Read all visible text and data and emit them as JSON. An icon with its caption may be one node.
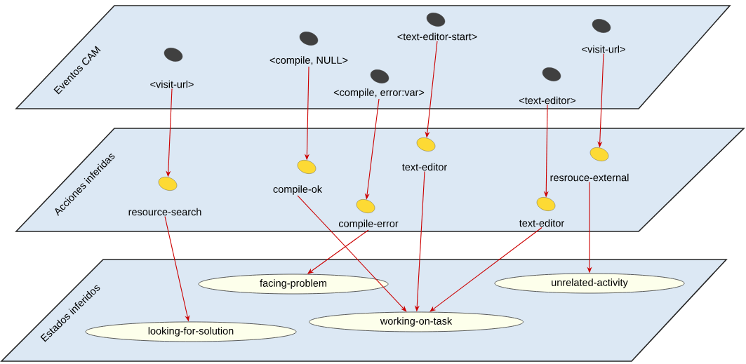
{
  "diagram": {
    "nodes": [
      {
        "text": [
          "Eventos CAM"
        ]
      },
      {
        "text": [
          "<visit-url>"
        ],
        "in": 0
      },
      {
        "text": [
          "<compile, NULL>"
        ],
        "in": 0
      },
      {
        "text": [
          "<text-editor-start>"
        ],
        "in": 0
      },
      {
        "text": [
          "<compile, error:var>"
        ],
        "in": 0
      },
      {
        "text": [
          "<visit-url>"
        ],
        "in": 0
      },
      {
        "text": [
          "<text-editor>"
        ],
        "in": 0
      },
      {
        "text": [
          "Acciones inferidas"
        ]
      },
      {
        "text": [
          "resource-search"
        ],
        "in": 7
      },
      {
        "text": [
          "compile-ok"
        ],
        "in": 7
      },
      {
        "text": [
          "text-editor"
        ],
        "in": 7
      },
      {
        "text": [
          "resrouce-external"
        ],
        "in": 7
      },
      {
        "text": [
          "compile-error"
        ],
        "in": 7
      },
      {
        "text": [
          "text-editor"
        ],
        "in": 7
      },
      {
        "text": [
          "Estados inferidos"
        ]
      },
      {
        "text": [
          "facing-problem"
        ],
        "in": 14
      },
      {
        "text": [
          "unrelated-activity"
        ],
        "in": 14
      },
      {
        "text": [
          "looking-for-solution"
        ],
        "in": 14
      },
      {
        "text": [
          "working-on-task"
        ],
        "in": 14
      }
    ],
    "edges": [
      {
        "from": 1,
        "to": 8,
        "arrow": "to"
      },
      {
        "from": 2,
        "to": 9,
        "arrow": "to"
      },
      {
        "from": 3,
        "to": 10,
        "arrow": "to"
      },
      {
        "from": 4,
        "to": 12,
        "arrow": "to"
      },
      {
        "from": 6,
        "to": 13,
        "arrow": "to"
      },
      {
        "from": 5,
        "to": 11,
        "arrow": "to"
      },
      {
        "from": 8,
        "to": 17,
        "arrow": "to"
      },
      {
        "from": 9,
        "to": 18,
        "arrow": "to"
      },
      {
        "from": 12,
        "to": 15,
        "arrow": "to"
      },
      {
        "from": 10,
        "to": 18,
        "arrow": "to"
      },
      {
        "from": 13,
        "to": 18,
        "arrow": "to"
      },
      {
        "from": 11,
        "to": 16,
        "arrow": "to"
      }
    ]
  }
}
